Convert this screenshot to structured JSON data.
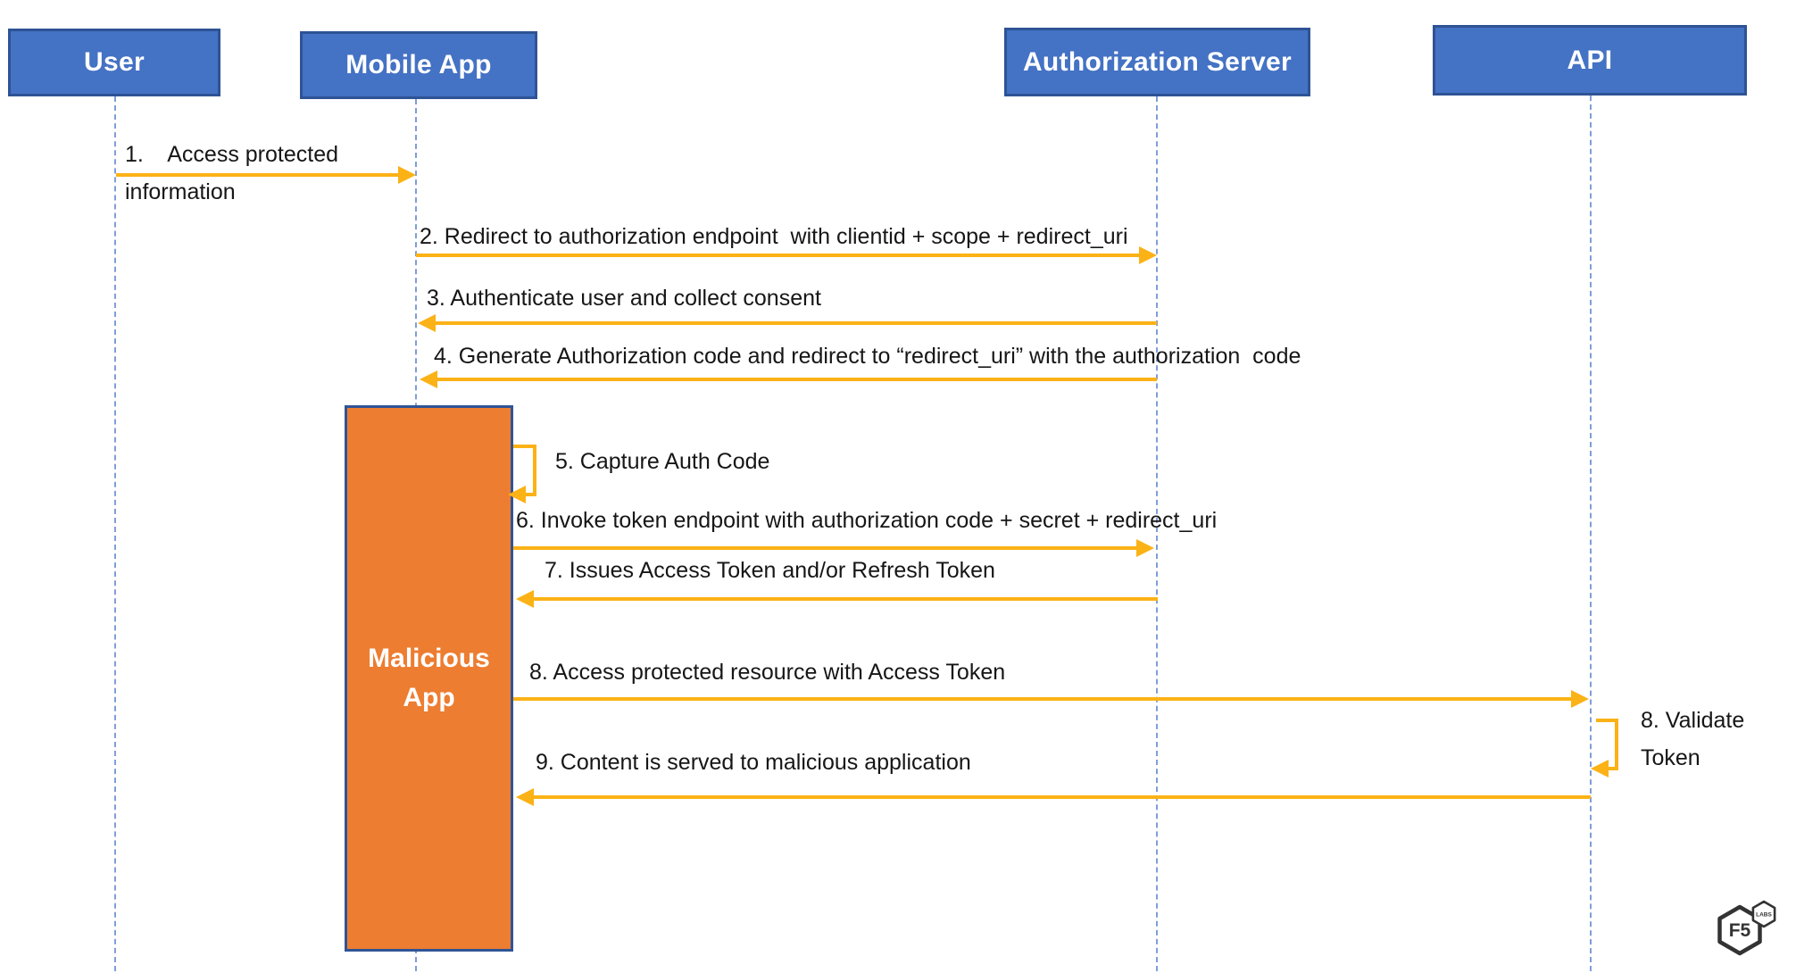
{
  "diagram_title": "OAuth authorization-code flow abused by a malicious app (sequence diagram)",
  "colors": {
    "actor_fill": "#4472C4",
    "actor_border": "#2E5395",
    "actor_text": "#FFFFFF",
    "lifeline": "#7F9ED7",
    "arrow": "#FBB216",
    "malicious_fill": "#ED7D31",
    "malicious_border": "#2F5496",
    "message_text": "#161616",
    "logo": "#333333",
    "background": "#FFFFFF"
  },
  "actors": [
    {
      "label": "User"
    },
    {
      "label": "Mobile App"
    },
    {
      "label": "Authorization Server"
    },
    {
      "label": "API"
    }
  ],
  "malicious_box": {
    "label": "Malicious App"
  },
  "messages": [
    {
      "label": "1.    Access protected \ninformation",
      "from": "User",
      "to": "Mobile App",
      "direction": "right"
    },
    {
      "label": "2. Redirect to authorization endpoint  with clientid + scope + redirect_uri",
      "from": "Mobile App",
      "to": "Authorization Server",
      "direction": "right"
    },
    {
      "label": "3. Authenticate user and collect consent",
      "from": "Authorization Server",
      "to": "Mobile App",
      "direction": "left"
    },
    {
      "label": "4. Generate Authorization code and redirect to “redirect_uri” with the authorization  code",
      "from": "Authorization Server",
      "to": "Mobile App",
      "direction": "left"
    },
    {
      "label": "5. Capture Auth Code",
      "from": "Malicious App",
      "to": "Malicious App",
      "direction": "self"
    },
    {
      "label": "6. Invoke token endpoint with authorization code + secret + redirect_uri",
      "from": "Malicious App",
      "to": "Authorization Server",
      "direction": "right"
    },
    {
      "label": "7. Issues Access Token and/or Refresh Token",
      "from": "Authorization Server",
      "to": "Malicious App",
      "direction": "left"
    },
    {
      "label": "8. Access protected resource with Access Token",
      "from": "Malicious App",
      "to": "API",
      "direction": "right"
    },
    {
      "label": "8. Validate \nToken",
      "from": "API",
      "to": "API",
      "direction": "self"
    },
    {
      "label": "9. Content is served to malicious application",
      "from": "API",
      "to": "Malicious App",
      "direction": "left"
    }
  ],
  "logo": {
    "primary": "F5",
    "secondary": "LABS"
  }
}
